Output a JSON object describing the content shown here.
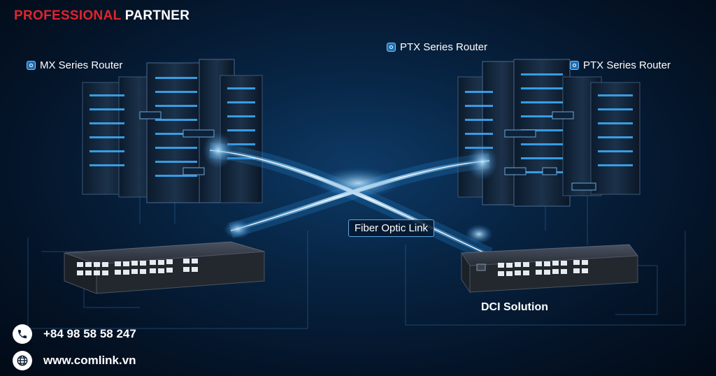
{
  "brand": {
    "part1": "PROFESSIONAL",
    "part2": "PARTNER"
  },
  "labels": {
    "mx_router": "MX Series Router",
    "ptx_router_top": "PTX Series Router",
    "ptx_router_right": "PTX Series Router",
    "fiber_link": "Fiber Optic Link",
    "dci_solution": "DCI Solution"
  },
  "contact": {
    "phone": "+84 98 58 58 247",
    "website": "www.comlink.vn"
  },
  "icons": {
    "phone": "phone-icon",
    "globe": "globe-icon",
    "label_marker": "router-marker-icon"
  },
  "colors": {
    "brand_red": "#e0242c",
    "background": "#041428",
    "fiber_glow": "#7fd4ff"
  }
}
